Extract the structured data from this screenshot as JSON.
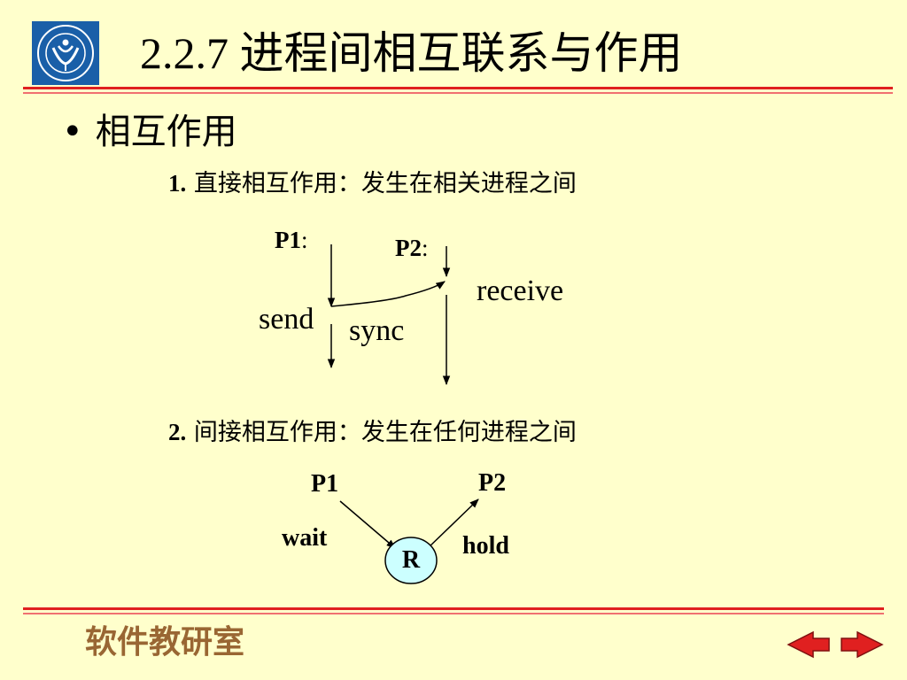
{
  "slide": {
    "title": "2.2.7 进程间相互联系与作用",
    "bullet": "相互作用",
    "bullet_marker": "•",
    "footer": "软件教研室"
  },
  "direct": {
    "number": "1.",
    "text": "直接相互作用：发生在相关进程之间",
    "p1": "P1",
    "p2": "P2",
    "colon": ":",
    "send": "send",
    "receive": "receive",
    "sync": "sync"
  },
  "indirect": {
    "number": "2.",
    "text": "间接相互作用：发生在任何进程之间",
    "p1": "P1",
    "p2": "P2",
    "wait": "wait",
    "hold": "hold",
    "resource": "R"
  },
  "colors": {
    "background": "#FFFFCC",
    "rule": "#E02020",
    "footer": "#996633",
    "resource_fill": "#CCFFFF",
    "nav": "#E02020",
    "logo": "#1A5FA8"
  },
  "icons": {
    "logo": "university-logo-icon",
    "prev": "prev-arrow-icon",
    "next": "next-arrow-icon"
  }
}
